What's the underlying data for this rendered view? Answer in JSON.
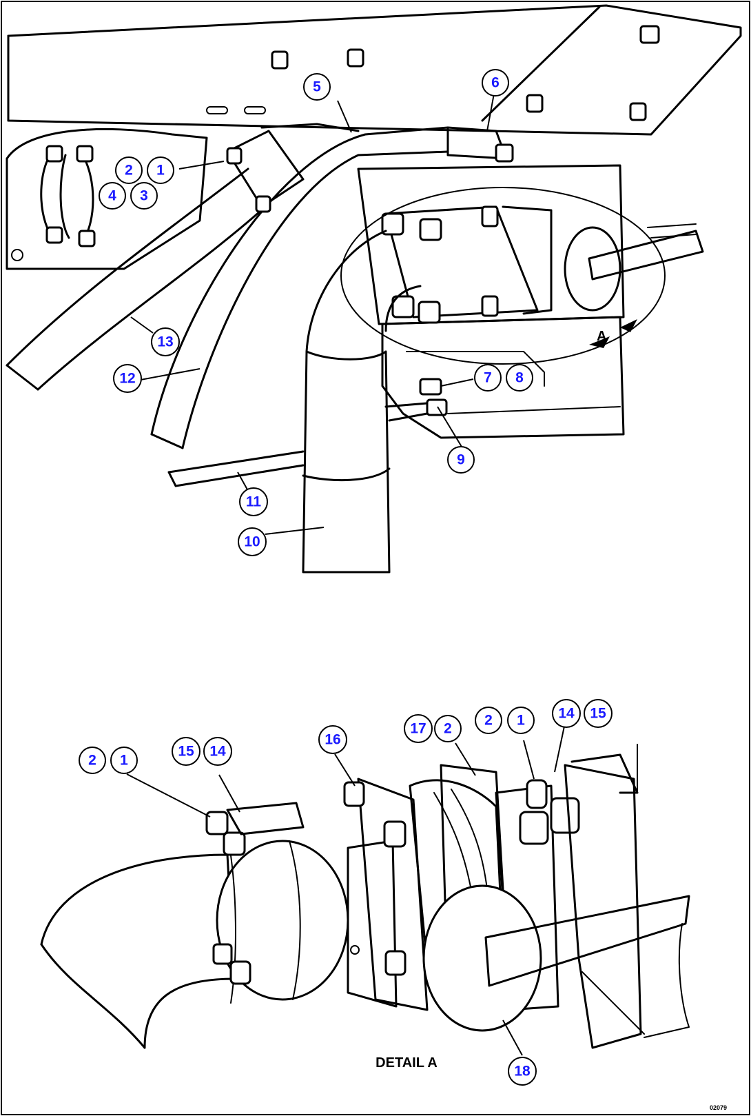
{
  "detail_title": "DETAIL A",
  "view_letter": "A",
  "drawing_code": "02079",
  "callouts": [
    {
      "id": "c5",
      "label": "5"
    },
    {
      "id": "c6",
      "label": "6"
    },
    {
      "id": "c2a",
      "label": "2"
    },
    {
      "id": "c1a",
      "label": "1"
    },
    {
      "id": "c4",
      "label": "4"
    },
    {
      "id": "c3",
      "label": "3"
    },
    {
      "id": "c13",
      "label": "13"
    },
    {
      "id": "c12",
      "label": "12"
    },
    {
      "id": "c7",
      "label": "7"
    },
    {
      "id": "c8",
      "label": "8"
    },
    {
      "id": "c9",
      "label": "9"
    },
    {
      "id": "c11",
      "label": "11"
    },
    {
      "id": "c10",
      "label": "10"
    },
    {
      "id": "c2b",
      "label": "2"
    },
    {
      "id": "c1b",
      "label": "1"
    },
    {
      "id": "c15a",
      "label": "15"
    },
    {
      "id": "c14a",
      "label": "14"
    },
    {
      "id": "c16",
      "label": "16"
    },
    {
      "id": "c17",
      "label": "17"
    },
    {
      "id": "c2c",
      "label": "2"
    },
    {
      "id": "c2d",
      "label": "2"
    },
    {
      "id": "c1d",
      "label": "1"
    },
    {
      "id": "c14b",
      "label": "14"
    },
    {
      "id": "c15b",
      "label": "15"
    },
    {
      "id": "c18",
      "label": "18"
    }
  ]
}
